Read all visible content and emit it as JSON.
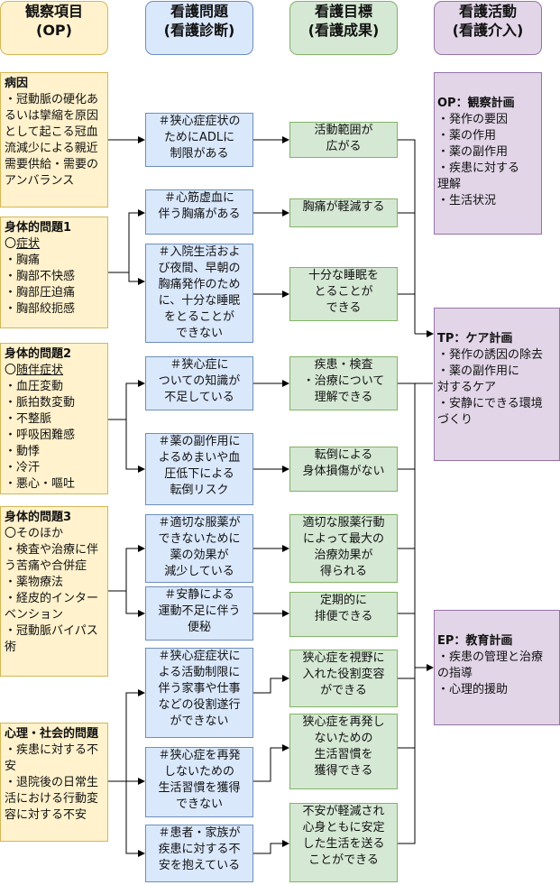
{
  "headers": {
    "observation": "観察項目\n(OP)",
    "problem": "看護問題\n(看護診断)",
    "goal": "看護目標\n(看護成果)",
    "activity": "看護活動\n(看護介入)"
  },
  "observations": [
    {
      "title": "病因",
      "lines": [
        "・冠動脈の硬化あるいは攣縮を原因として起こる冠血流減少による親近需要供給・需要のアンバランス"
      ]
    },
    {
      "title": "身体的問題1",
      "subtitle_prefix": "〇",
      "subtitle": "症状",
      "lines": [
        "・胸痛",
        "・胸部不快感",
        "・胸部圧迫痛",
        "・胸部絞扼感"
      ]
    },
    {
      "title": "身体的問題2",
      "subtitle_prefix": "〇",
      "subtitle": "随伴症状",
      "lines": [
        "・血圧変動",
        "・脈拍数変動",
        "・不整脈",
        "・呼吸困難感",
        "・動悸",
        "・冷汗",
        "・悪心・嘔吐"
      ]
    },
    {
      "title": "身体的問題3",
      "subtitle_prefix": "",
      "subtitle": "〇そのほか",
      "lines": [
        "・検査や治療に伴う苦痛や合併症",
        "・薬物療法",
        "・経皮的インターベンション",
        "・冠動脈バイパス術"
      ]
    },
    {
      "title": "心理・社会的問題",
      "subtitle_prefix": "",
      "subtitle": "",
      "lines": [
        "・疾患に対する不安",
        "・退院後の日常生活における行動変容に対する不安"
      ]
    }
  ],
  "problems": [
    "＃狭心症症状の\nためにADLに\n制限がある",
    "＃心筋虚血に\n伴う胸痛がある",
    "＃入院生活およ\nび夜間、早朝の\n胸痛発作のため\nに、十分な睡眠\nをとることが\nできない",
    "＃狭心症に\nついての知識が\n不足している",
    "＃薬の副作用に\nよるめまいや血\n圧低下による\n転倒リスク",
    "＃適切な服薬が\nできないために\n薬の効果が\n減少している",
    "＃安静による\n運動不足に伴う\n便秘",
    "＃狭心症症状に\nよる活動制限に\n伴う家事や仕事\nなどの役割遂行\nができない",
    "＃狭心症を再発\nしないための\n生活習慣を獲得\nできない",
    "＃患者・家族が\n疾患に対する不\n安を抱えている"
  ],
  "goals": [
    "活動範囲が\n広がる",
    "胸痛が軽減する",
    "十分な睡眠を\nとることが\nできる",
    "疾患・検査\n・治療について\n理解できる",
    "転倒による\n身体損傷がない",
    "適切な服薬行動\nによって最大の\n治療効果が\n得られる",
    "定期的に\n排便できる",
    "狭心症を視野に\n入れた役割変容\nができる",
    "狭心症を再発し\nないための\n生活習慣を\n獲得できる",
    "不安が軽減され\n心身ともに安定\nした生活を送る\nことができる"
  ],
  "activities": [
    {
      "title": "OP：観察計画",
      "lines": [
        "・発作の要因",
        "・薬の作用",
        "・薬の副作用",
        "・疾患に対する\n理解",
        "・生活状況"
      ]
    },
    {
      "title": "TP：ケア計画",
      "lines": [
        "・発作の誘因の除去",
        "・薬の副作用に\n対するケア",
        "・安静にできる環境\nづくり"
      ]
    },
    {
      "title": "EP：教育計画",
      "lines": [
        "・疾患の管理と治療\nの指導",
        "・心理的援助"
      ]
    }
  ],
  "colors": {
    "observation_fill": "#fff2cc",
    "observation_border": "#d6b656",
    "problem_fill": "#dae8fc",
    "problem_border": "#6c8ebf",
    "goal_fill": "#d5e8d4",
    "goal_border": "#82b366",
    "activity_fill": "#e1d5e7",
    "activity_border": "#9673a6"
  }
}
